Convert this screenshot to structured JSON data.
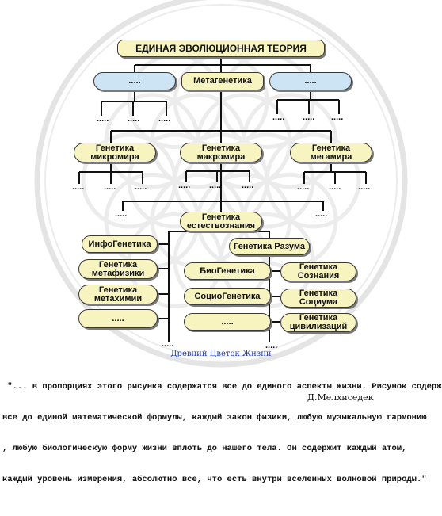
{
  "root": "ЕДИНАЯ ЭВОЛЮЦИОННАЯ ТЕОРИЯ",
  "level1": {
    "left": ".....",
    "center": "Метагенетика",
    "right": "....."
  },
  "level2": {
    "micro": "Генетика\nмикромира",
    "macro": "Генетика\nмакромира",
    "mega": "Генетика\nмегамира"
  },
  "natural": "Генетика\nестествознания",
  "left_column": [
    "ИнфоГенетика",
    "Генетика\nметафизики",
    "Генетика\nметахимии",
    "....."
  ],
  "reason": "Генетика Разума",
  "right_left": [
    "БиоГенетика",
    "СоциоГенетика",
    "....."
  ],
  "right_right": [
    "Генетика\nСознания",
    "Генетика\nСоциума",
    "Генетика\nцивилизаций"
  ],
  "ellipsis": ".....",
  "caption": "Древний Цветок Жизни",
  "quote_lines": [
    " \"... в пропорциях этого рисунка содержатся все до единого аспекты жизни. Рисунок содержит",
    "все до единой математической формулы, каждый закон физики, любую музыкальную гармонию",
    ", любую биологическую форму жизни вплоть до нашего тела. Он содержит каждый атом,",
    "каждый уровень измерения, абсолютно все, что есть внутри вселенных волновой природы.\""
  ],
  "author": "Д.Мелхиседек"
}
